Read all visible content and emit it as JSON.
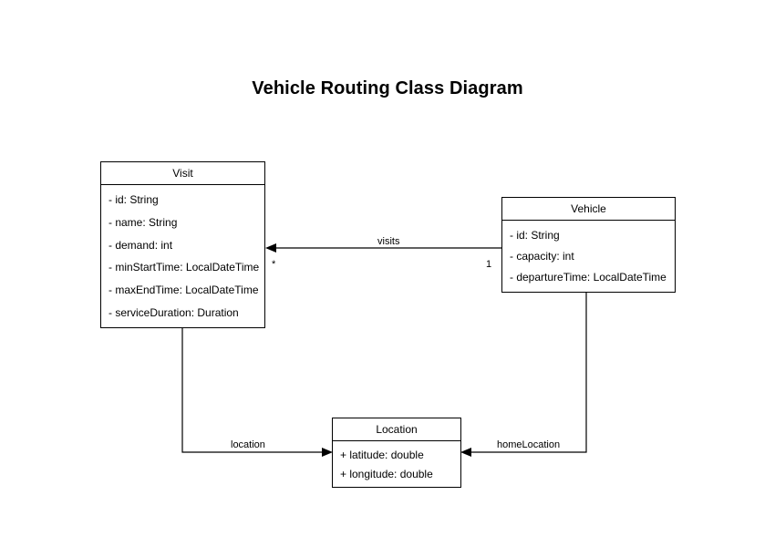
{
  "diagram": {
    "title": "Vehicle Routing Class Diagram",
    "type": "uml-class-diagram",
    "background_color": "#ffffff",
    "stroke_color": "#000000",
    "classes": [
      {
        "id": "visit",
        "name": "Visit",
        "attributes": [
          "- id: String",
          "- name: String",
          "- demand: int",
          "- minStartTime: LocalDateTime",
          "- maxEndTime: LocalDateTime",
          "- serviceDuration: Duration"
        ]
      },
      {
        "id": "vehicle",
        "name": "Vehicle",
        "attributes": [
          "- id: String",
          "- capacity: int",
          "- departureTime: LocalDateTime"
        ]
      },
      {
        "id": "location",
        "name": "Location",
        "attributes": [
          "+ latitude: double",
          "+ longitude: double"
        ]
      }
    ],
    "relationships": [
      {
        "id": "visits",
        "label": "visits",
        "source": "Vehicle",
        "target": "Visit",
        "source_multiplicity": "1",
        "target_multiplicity": "*",
        "arrow": "open-to-target"
      },
      {
        "id": "location",
        "label": "location",
        "source": "Visit",
        "target": "Location",
        "source_multiplicity": "",
        "target_multiplicity": "",
        "arrow": "open-to-target"
      },
      {
        "id": "homeLocation",
        "label": "homeLocation",
        "source": "Vehicle",
        "target": "Location",
        "source_multiplicity": "",
        "target_multiplicity": "",
        "arrow": "open-to-target"
      }
    ]
  }
}
